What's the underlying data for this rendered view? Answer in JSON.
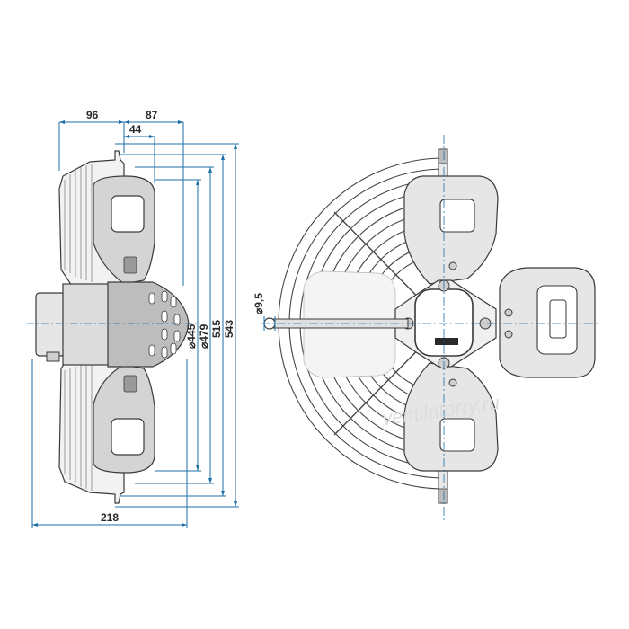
{
  "dimensions": {
    "depth_top_left": "96",
    "depth_top_right": "87",
    "depth_mid": "44",
    "overall_depth": "218",
    "dia_445": "⌀445",
    "dia_479": "⌀479",
    "height_515": "515",
    "height_543": "543",
    "hole_dia": "⌀9,5"
  },
  "watermark": "ventilatorry.ru",
  "colors": {
    "dimension_line": "#1d6fa8",
    "outline": "#3a3a3a",
    "fill_light": "#eeeeee",
    "fill_mid": "#d8d8d8"
  }
}
